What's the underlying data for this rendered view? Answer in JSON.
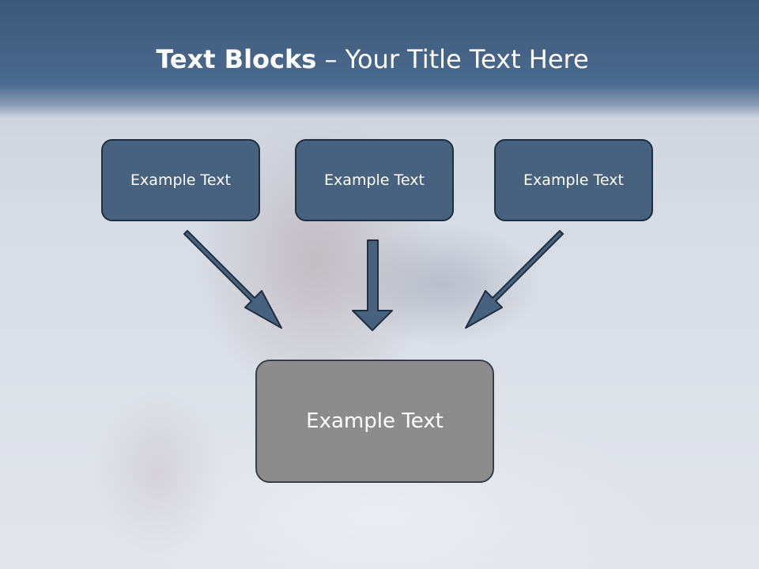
{
  "title": {
    "bold": "Text Blocks",
    "rest": " – Your Title Text Here"
  },
  "top_boxes": [
    "Example Text",
    "Example Text",
    "Example Text"
  ],
  "main_box": "Example Text",
  "colors": {
    "header": "#3b5878",
    "box_fill": "#46627f",
    "box_border": "#1f2f40",
    "main_box_fill": "#8c8c8c",
    "arrow_fill": "#46627f"
  }
}
